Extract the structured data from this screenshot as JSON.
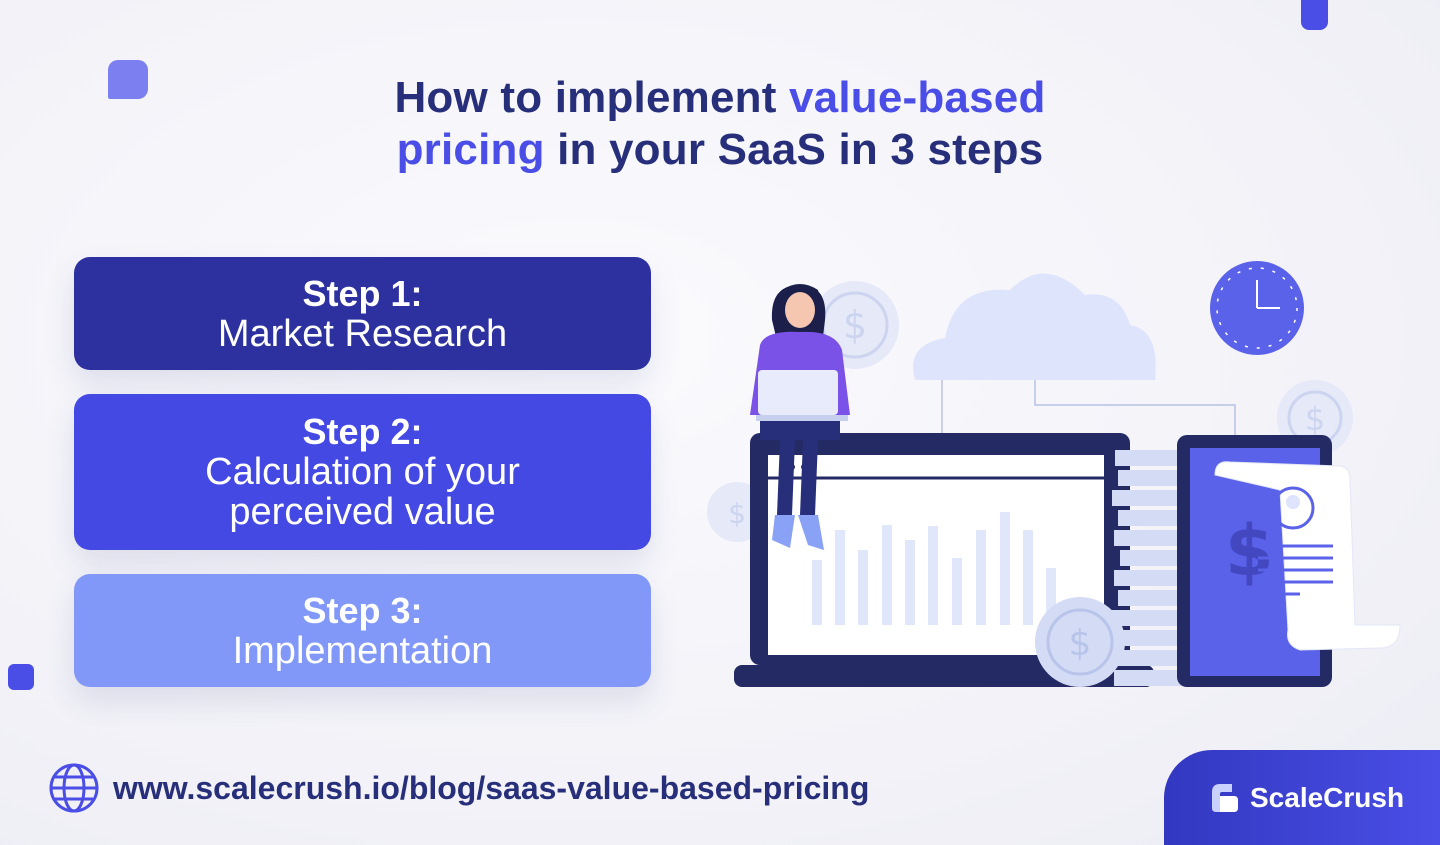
{
  "title": {
    "part1": "How to implement ",
    "accent1": "value-based",
    "accent2": "pricing",
    "part2": " in your SaaS in 3 steps"
  },
  "steps": [
    {
      "head": "Step 1:",
      "body": "Market Research"
    },
    {
      "head": "Step 2:",
      "body_line1": "Calculation of your",
      "body_line2": "perceived value"
    },
    {
      "head": "Step 3:",
      "body": "Implementation"
    }
  ],
  "footer": {
    "url": "www.scalecrush.io/blog/saas-value-based-pricing",
    "icon": "globe-icon"
  },
  "brand": {
    "name": "ScaleCrush",
    "icon": "scalecrush-logo"
  },
  "colors": {
    "navy": "#272f7a",
    "accent": "#4a4ee6",
    "step1": "#2d31a0",
    "step2": "#4549e4",
    "step3": "#8198f8"
  }
}
